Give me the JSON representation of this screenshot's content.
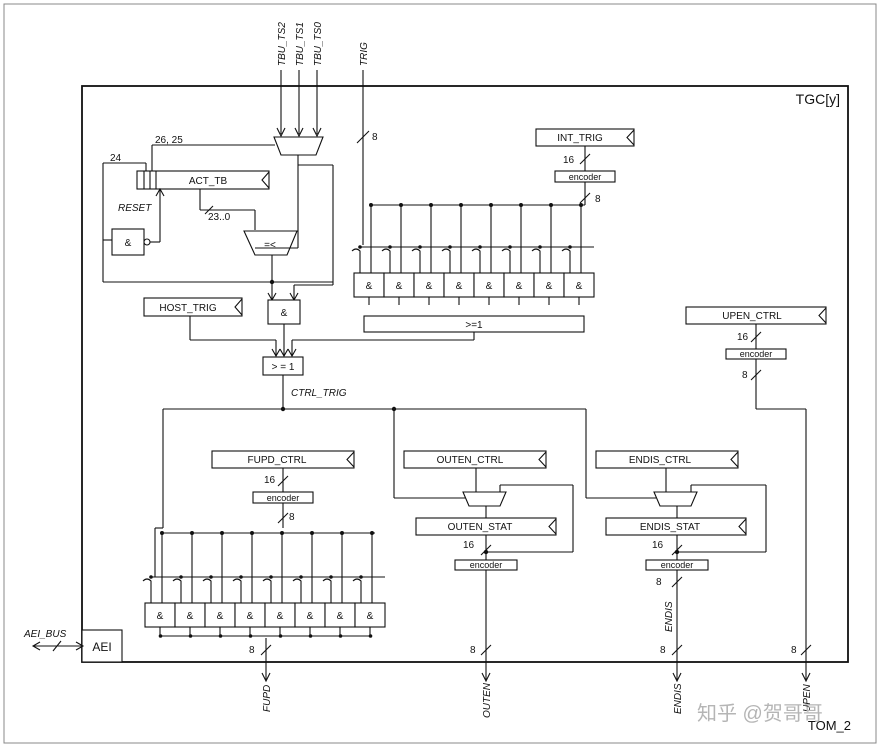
{
  "block": {
    "title": "TGC[y]",
    "footer": "TOM_2"
  },
  "inputs": {
    "tbu_ts2": "TBU_TS2",
    "tbu_ts1": "TBU_TS1",
    "tbu_ts0": "TBU_TS0",
    "trig": "TRIG"
  },
  "aei": {
    "box": "AEI",
    "bus": "AEI_BUS"
  },
  "registers": {
    "act_tb": "ACT_TB",
    "int_trig": "INT_TRIG",
    "host_trig": "HOST_TRIG",
    "upen_ctrl": "UPEN_CTRL",
    "fupd_ctrl": "FUPD_CTRL",
    "outen_ctrl": "OUTEN_CTRL",
    "endis_ctrl": "ENDIS_CTRL",
    "outen_stat": "OUTEN_STAT",
    "endis_stat": "ENDIS_STAT"
  },
  "gates": {
    "and": "&",
    "or": ">=1",
    "or_alt": "> = 1",
    "compare": "=<",
    "encoder": "encoder"
  },
  "labels": {
    "bits_26_25": "26, 25",
    "bit_24": "24",
    "reset": "RESET",
    "bits_23_0": "23..0",
    "ctrl_trig": "CTRL_TRIG",
    "w8": "8",
    "w16": "16"
  },
  "outputs": {
    "fupd": "FUPD",
    "outen": "OUTEN",
    "endis": "ENDIS",
    "upen": "UPEN"
  },
  "watermark": "知乎 @贺哥哥"
}
